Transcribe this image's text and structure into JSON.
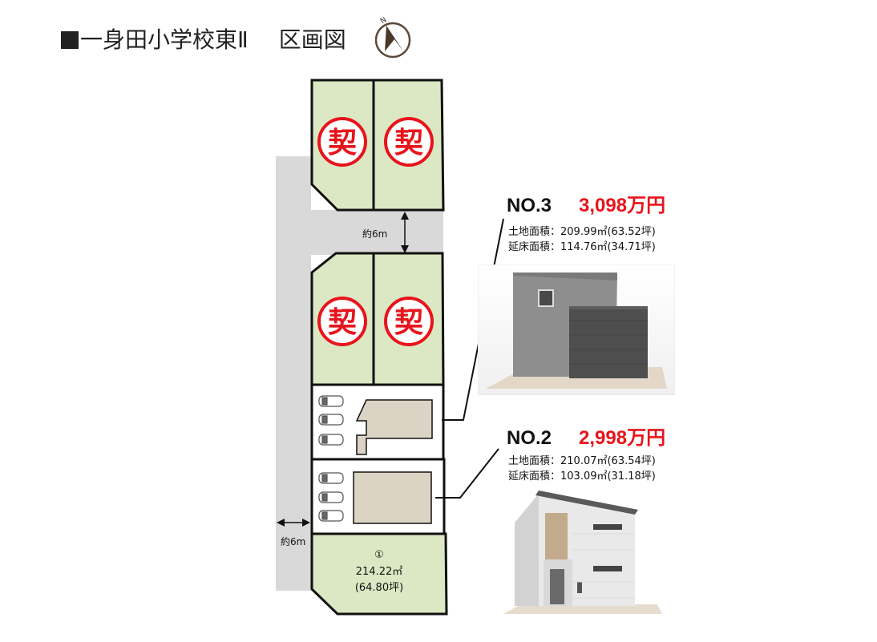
{
  "title": {
    "main": "一身田小学校東Ⅱ",
    "sub": "区画図",
    "compass_letter": "N"
  },
  "plan": {
    "contract_mark": "契",
    "road_width": "約6m",
    "road_width_side": "約6m",
    "lot1": {
      "number": "①",
      "area_m2": "214.22㎡",
      "area_tsubo": "(64.80坪)"
    }
  },
  "no3": {
    "label": "NO.3",
    "price": "3,098万円",
    "land_area": "土地面積：209.99㎡(63.52坪)",
    "floor_area": "延床面積：114.76㎡(34.71坪)"
  },
  "no2": {
    "label": "NO.2",
    "price": "2,998万円",
    "land_area": "土地面積：210.07㎡(63.54坪)",
    "floor_area": "延床面積：103.09㎡(31.18坪)"
  },
  "colors": {
    "lot_green": "#dbe8c3",
    "contract_red": "#e8141c",
    "road_gray": "#d9d9d9",
    "building_beige": "#dbd3c3"
  }
}
